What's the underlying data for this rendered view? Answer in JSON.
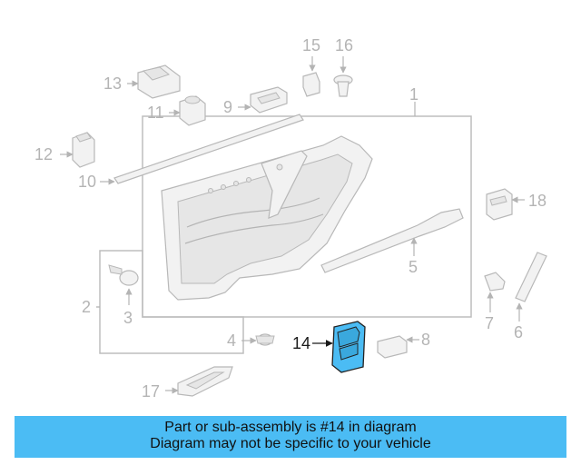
{
  "diagram": {
    "callouts": [
      "1",
      "2",
      "3",
      "4",
      "5",
      "6",
      "7",
      "8",
      "9",
      "10",
      "11",
      "12",
      "13",
      "14",
      "15",
      "16",
      "17",
      "18"
    ],
    "highlighted_part": "14",
    "highlight_color": "#4bbcf4"
  },
  "banner": {
    "line1": "Part or sub-assembly is #14 in diagram",
    "line2": "Diagram may not be specific to your vehicle",
    "background": "#4bbcf4"
  }
}
